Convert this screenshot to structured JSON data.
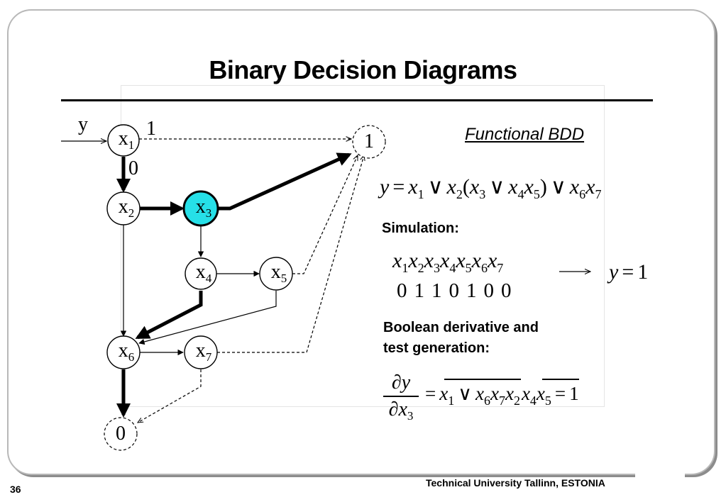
{
  "title": "Binary Decision Diagrams",
  "footer": "Technical University Tallinn, ESTONIA",
  "page_number": "36",
  "functional_label": "Functional BDD",
  "simulation_label": "Simulation:",
  "derivative_label_1": "Boolean derivative and",
  "derivative_label_2": "test generation:",
  "diagram": {
    "input_label": "y",
    "edge_label_1": "1",
    "edge_label_0": "0",
    "nodes": {
      "x1": {
        "var": "x",
        "index": "1"
      },
      "x2": {
        "var": "x",
        "index": "2"
      },
      "x3": {
        "var": "x",
        "index": "3",
        "highlight": "#26e0e8"
      },
      "x4": {
        "var": "x",
        "index": "4"
      },
      "x5": {
        "var": "x",
        "index": "5"
      },
      "x6": {
        "var": "x",
        "index": "6"
      },
      "x7": {
        "var": "x",
        "index": "7"
      },
      "t1": {
        "label": "1"
      },
      "t0": {
        "label": "0"
      }
    }
  },
  "equation": {
    "y": "y",
    "eq": "=",
    "or": "∨",
    "x": "x",
    "lp": "(",
    "rp": ")",
    "i1": "1",
    "i2": "2",
    "i3": "3",
    "i4": "4",
    "i5": "5",
    "i6": "6",
    "i7": "7"
  },
  "simulation": {
    "variables": [
      "1",
      "2",
      "3",
      "4",
      "5",
      "6",
      "7"
    ],
    "values": [
      "0",
      "1",
      "1",
      "0",
      "1",
      "0",
      "0"
    ],
    "result_y": "y",
    "result_eq": "=",
    "result_val": "1"
  },
  "derivative": {
    "num": "∂y",
    "den": "∂x",
    "den_index": "3",
    "eq": "=",
    "result": "1"
  }
}
